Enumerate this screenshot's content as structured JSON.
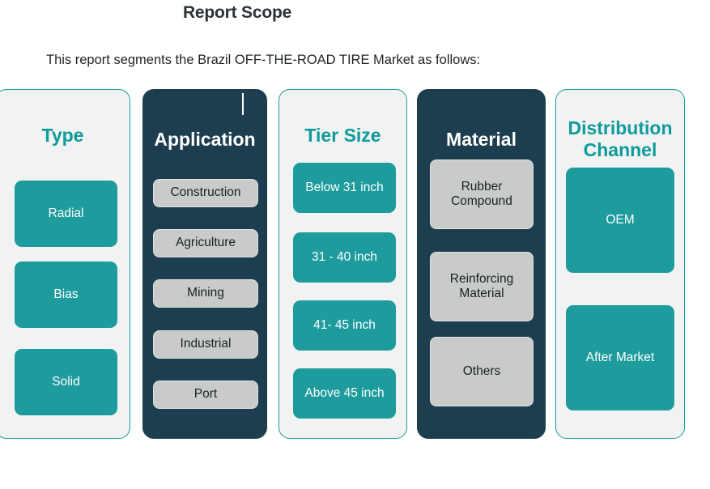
{
  "header": {
    "title": "Report Scope",
    "subtitle": "This report segments the Brazil OFF-THE-ROAD TIRE Market as follows:"
  },
  "theme": {
    "teal": "#1e9b9d",
    "teal_header": "#0f9a9b",
    "dark_navy": "#1d3e4e",
    "light_card_bg": "#f1f2f2",
    "gray_box": "#c9cbca",
    "title_color": "#2c3137"
  },
  "columns": [
    {
      "id": "type",
      "header": "Type",
      "style": "light",
      "items": [
        {
          "label": "Radial"
        },
        {
          "label": "Bias"
        },
        {
          "label": "Solid"
        }
      ]
    },
    {
      "id": "application",
      "header": "Application",
      "style": "dark",
      "items": [
        {
          "label": "Construction"
        },
        {
          "label": "Agriculture"
        },
        {
          "label": "Mining"
        },
        {
          "label": "Industrial"
        },
        {
          "label": "Port"
        }
      ]
    },
    {
      "id": "tier-size",
      "header": "Tier Size",
      "style": "light",
      "items": [
        {
          "label": "Below 31 inch"
        },
        {
          "label": "31 - 40 inch"
        },
        {
          "label": "41- 45 inch"
        },
        {
          "label": "Above 45 inch"
        }
      ]
    },
    {
      "id": "material",
      "header": "Material",
      "style": "dark",
      "items": [
        {
          "label": "Rubber Compound"
        },
        {
          "label": "Reinforcing Material"
        },
        {
          "label": "Others"
        }
      ]
    },
    {
      "id": "distribution-channel",
      "header": "Distribution Channel",
      "style": "light",
      "items": [
        {
          "label": "OEM"
        },
        {
          "label": "After Market"
        }
      ]
    }
  ]
}
